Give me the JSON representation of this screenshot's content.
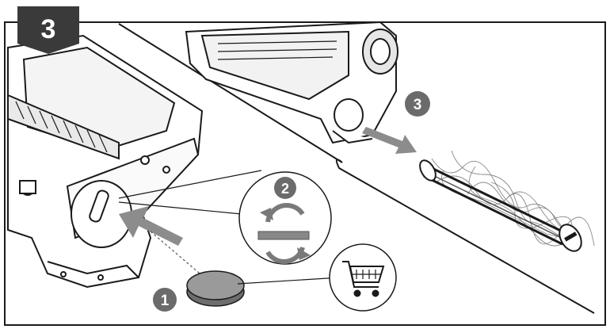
{
  "step_badge": {
    "label": "3"
  },
  "callouts": [
    {
      "label": "1"
    },
    {
      "label": "2"
    },
    {
      "label": "3"
    }
  ],
  "colors": {
    "badge": "#3a3a3a",
    "callout": "#6b6b6b",
    "arrow": "#8c8c8c",
    "line": "#1a1a1a"
  },
  "icons": [
    "cart-icon",
    "rotate-arrows-icon",
    "coin-icon",
    "vacuum-head-icon",
    "brush-roll-icon"
  ]
}
